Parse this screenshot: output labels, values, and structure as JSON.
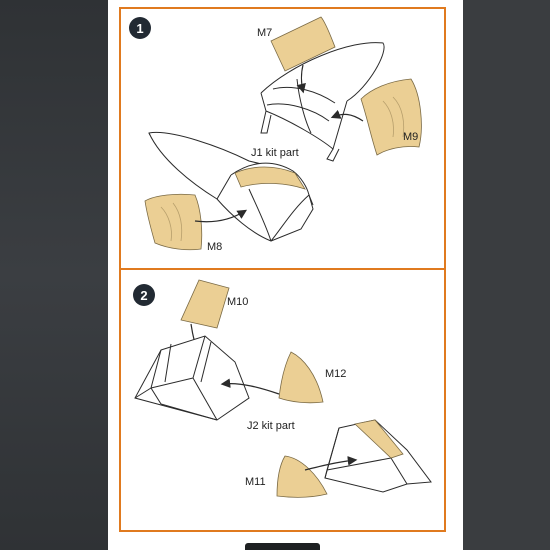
{
  "steps": [
    {
      "number": "1",
      "labels": {
        "m7": "M7",
        "m8": "M8",
        "m9": "M9",
        "kit": "J1 kit part"
      }
    },
    {
      "number": "2",
      "labels": {
        "m10": "M10",
        "m11": "M11",
        "m12": "M12",
        "kit": "J2 kit part"
      }
    }
  ],
  "colors": {
    "panel_border": "#e07a1f",
    "mask_fill": "#ebcf94",
    "badge_fill": "#222a33",
    "line": "#2b2b2b"
  }
}
